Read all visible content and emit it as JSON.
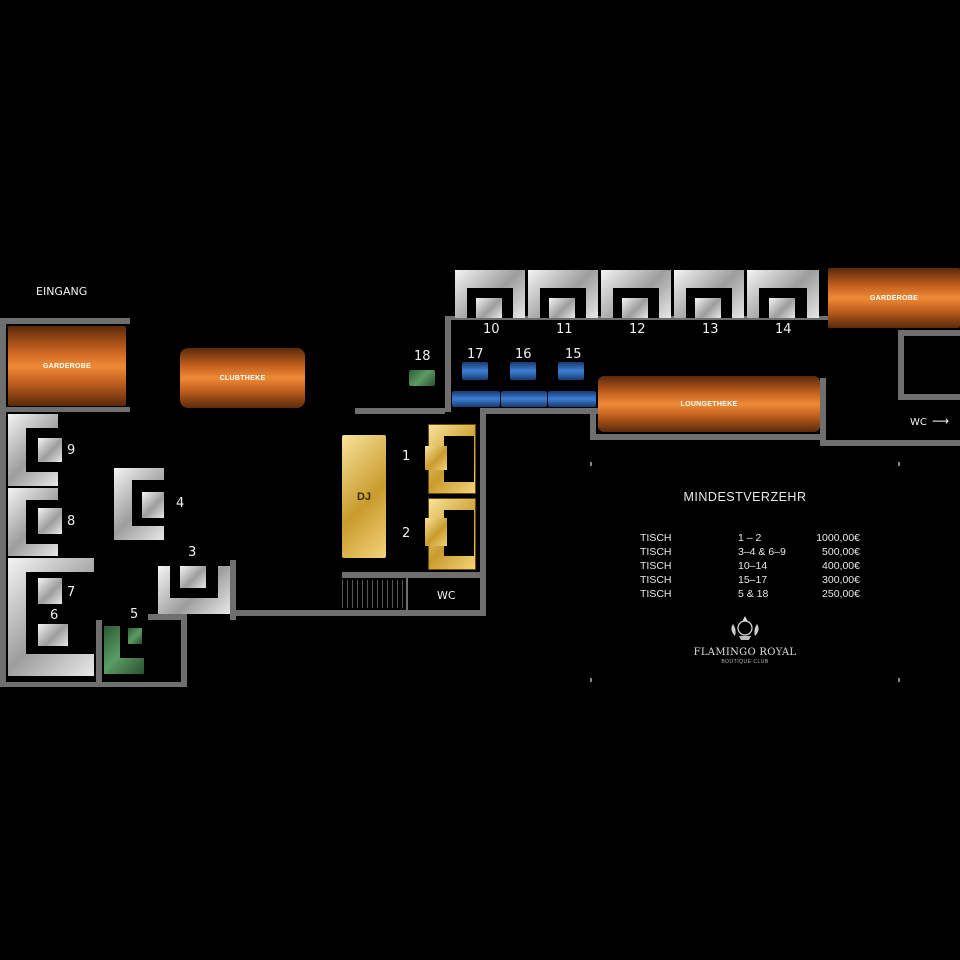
{
  "labels": {
    "entrance": "EINGANG",
    "cloakroom_left": "GARDEROBE",
    "cloakroom_right": "GARDEROBE",
    "club_bar": "CLUBTHEKE",
    "lounge_bar": "LOUNGETHEKE",
    "dj": "DJ",
    "wc_center": "WC",
    "wc_right": "WC",
    "wc_arrow": "⟶"
  },
  "tables": {
    "t1": "1",
    "t2": "2",
    "t3": "3",
    "t4": "4",
    "t5": "5",
    "t6": "6",
    "t7": "7",
    "t8": "8",
    "t9": "9",
    "t10": "10",
    "t11": "11",
    "t12": "12",
    "t13": "13",
    "t14": "14",
    "t15": "15",
    "t16": "16",
    "t17": "17",
    "t18": "18"
  },
  "pricing": {
    "title": "MINDESTVERZEHR",
    "rows": [
      {
        "label": "TISCH",
        "tables": "1 – 2",
        "price": "1000,00€"
      },
      {
        "label": "TISCH",
        "tables": "3–4 & 6–9",
        "price": "500,00€"
      },
      {
        "label": "TISCH",
        "tables": "10–14",
        "price": "400,00€"
      },
      {
        "label": "TISCH",
        "tables": "15–17",
        "price": "300,00€"
      },
      {
        "label": "TISCH",
        "tables": "5 & 18",
        "price": "250,00€"
      }
    ]
  },
  "logo": {
    "name": "FLAMINGO ROYAL",
    "subtitle": "BOUTIQUE CLUB"
  },
  "colors": {
    "background": "#000000",
    "walls": "#6f6f6f",
    "bar_orange": "#e07a2e",
    "vip_gold": "#d9ac3c",
    "lounge_blue": "#3b7fd6",
    "table5_green": "#4a8a52",
    "standard_silver": "#cfcfcf"
  }
}
